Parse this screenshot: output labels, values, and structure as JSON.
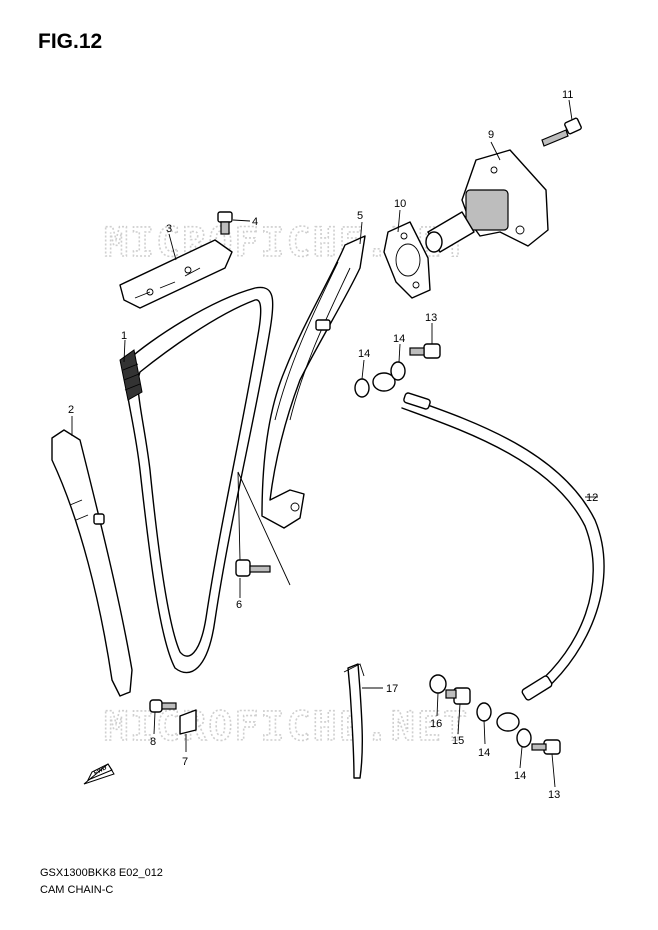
{
  "figure": {
    "title": "FIG.12"
  },
  "footer": {
    "model_code": "GSX1300BKK8 E02_012",
    "section_name": "CAM CHAIN-C"
  },
  "watermark": {
    "text": "MICROFICHE.NET"
  },
  "orientation_marker": {
    "text": "FWD"
  },
  "callouts": [
    {
      "id": "c1",
      "label": "1"
    },
    {
      "id": "c2",
      "label": "2"
    },
    {
      "id": "c3",
      "label": "3"
    },
    {
      "id": "c4",
      "label": "4"
    },
    {
      "id": "c5",
      "label": "5"
    },
    {
      "id": "c6",
      "label": "6"
    },
    {
      "id": "c7",
      "label": "7"
    },
    {
      "id": "c8",
      "label": "8"
    },
    {
      "id": "c9",
      "label": "9"
    },
    {
      "id": "c10",
      "label": "10"
    },
    {
      "id": "c11",
      "label": "11"
    },
    {
      "id": "c12",
      "label": "12"
    },
    {
      "id": "c13a",
      "label": "13"
    },
    {
      "id": "c13b",
      "label": "13"
    },
    {
      "id": "c14a",
      "label": "14"
    },
    {
      "id": "c14b",
      "label": "14"
    },
    {
      "id": "c14c",
      "label": "14"
    },
    {
      "id": "c14d",
      "label": "14"
    },
    {
      "id": "c15",
      "label": "15"
    },
    {
      "id": "c16",
      "label": "16"
    },
    {
      "id": "c17",
      "label": "17"
    }
  ]
}
